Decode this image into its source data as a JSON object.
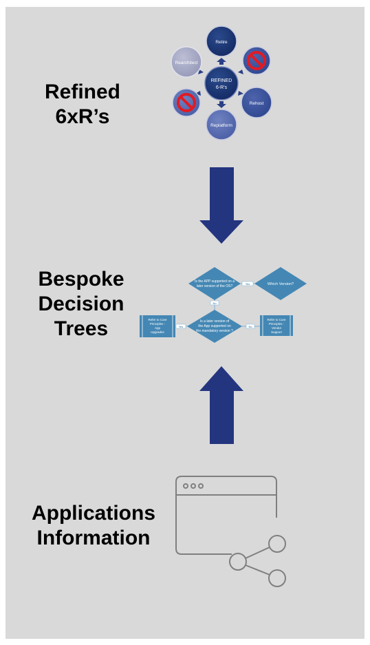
{
  "sections": {
    "refined": {
      "line1": "Refined",
      "line2": "6xR’s"
    },
    "decision": {
      "line1": "Bespoke",
      "line2": "Decision",
      "line3": "Trees"
    },
    "apps": {
      "line1": "Applications",
      "line2": "Information"
    }
  },
  "r_diagram": {
    "center_line1": "REFINED",
    "center_line2": "6-R’s",
    "nodes": {
      "retire": "Retire",
      "rehost": "Rehost",
      "replatform": "Replatform",
      "rearchitect": "Rearchitect"
    }
  },
  "decision_tree": {
    "q1": "Is the APP supported on a later version of the OS?",
    "q2": "Which Version?",
    "q3": "Is a later version of the App supported on the mandatory version ?",
    "box_left": "Refer to Core Principles - App Upgrades",
    "box_right": "Refer to Core Principles - Vendor Support",
    "yes": "Yes",
    "no": "No"
  },
  "colors": {
    "panel": "#d9d9d9",
    "arrow": "#24357f",
    "node_dark": "#1f3a78",
    "node_mid": "#3e56a0",
    "node_light": "#5a6eb0",
    "node_pale": "#a9abc6",
    "tree_fill": "#4487b4",
    "icon_stroke": "#7f7f7f"
  }
}
